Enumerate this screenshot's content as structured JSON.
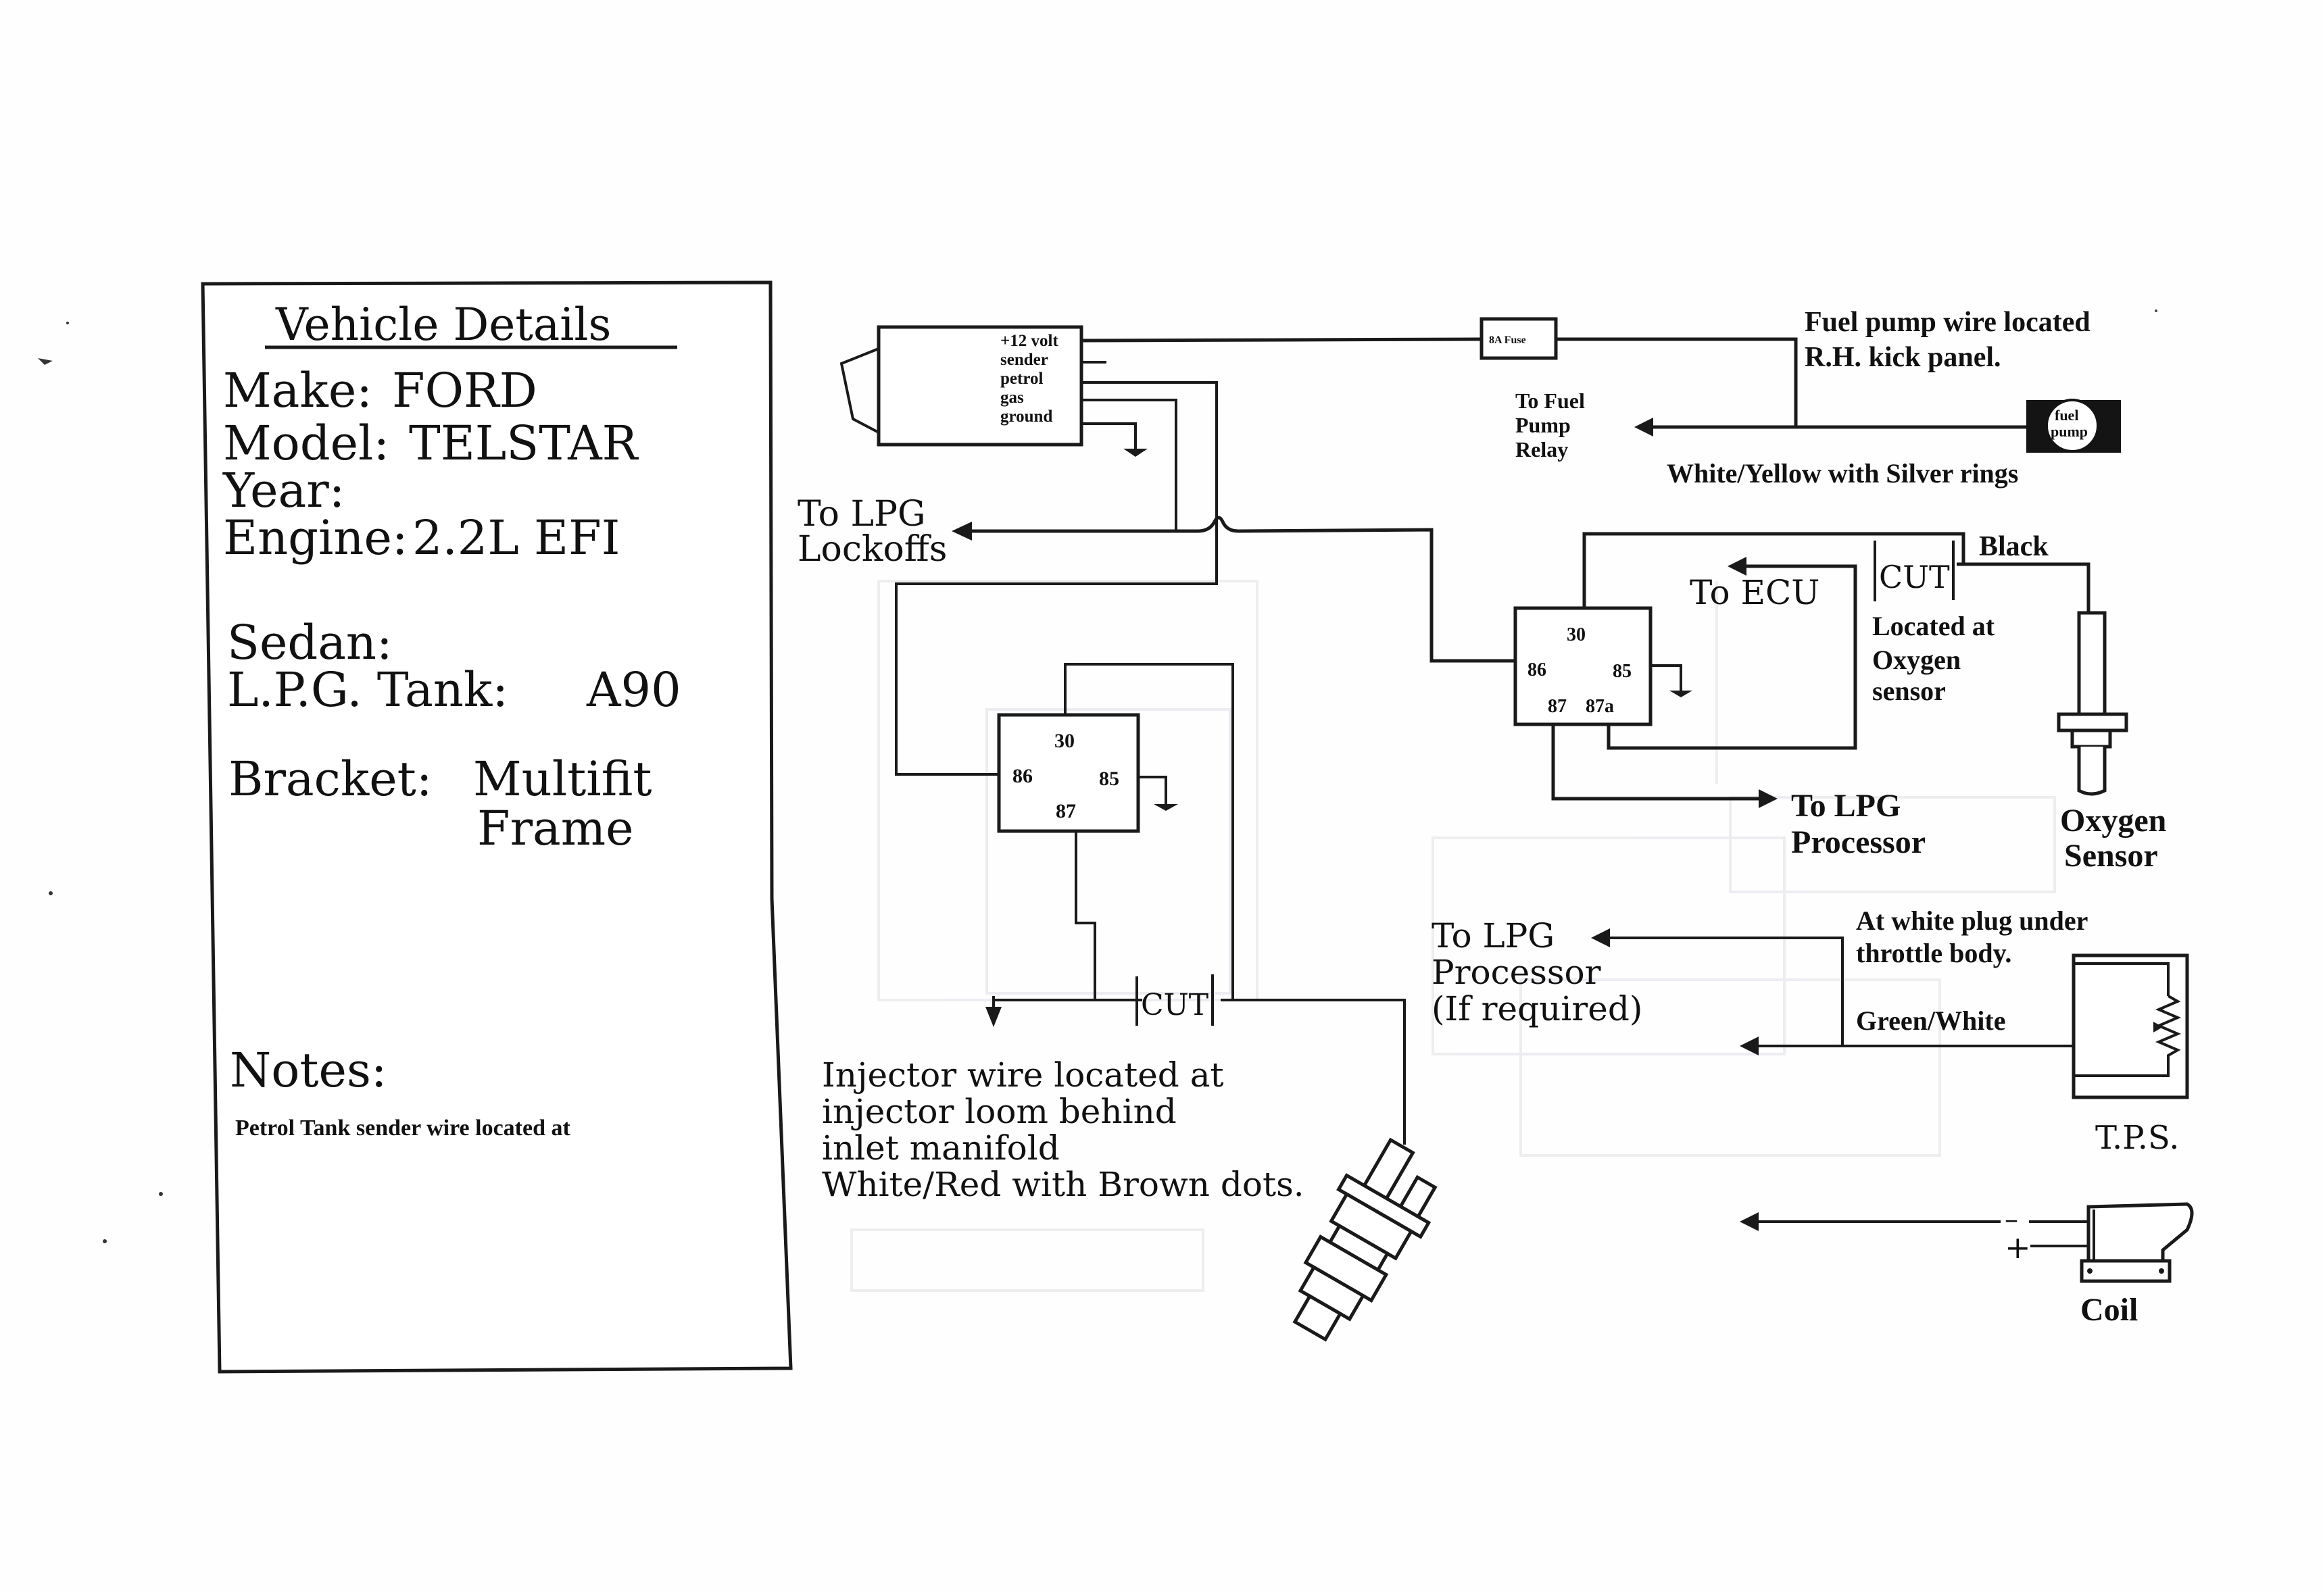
{
  "vehicle_details": {
    "title": "Vehicle Details",
    "make_label": "Make:",
    "make_value": "FORD",
    "model_label": "Model:",
    "model_value": "TELSTAR",
    "year_label": "Year:",
    "year_value": "",
    "engine_label": "Engine:",
    "engine_value": "2.2L EFI",
    "body_label": "Sedan:",
    "tank_label": "L.P.G. Tank:",
    "tank_value": "A90",
    "bracket_label": "Bracket:",
    "bracket_value_line1": "Multifit",
    "bracket_value_line2": "Frame",
    "notes_label": "Notes:",
    "notes_text": "Petrol Tank sender wire located at"
  },
  "gauge_module": {
    "pins": [
      "+12 volt",
      "sender",
      "petrol",
      "gas",
      "ground"
    ]
  },
  "fuse": {
    "label": "8A Fuse"
  },
  "fuel_pump": {
    "icon_text_line1": "fuel",
    "icon_text_line2": "pump",
    "note_line1": "Fuel pump wire located",
    "note_line2": "R.H. kick panel.",
    "wire_color": "White/Yellow with Silver rings",
    "destination_line1": "To Fuel",
    "destination_line2": "Pump",
    "destination_line3": "Relay"
  },
  "lockoffs": {
    "destination_line1": "To LPG",
    "destination_line2": "Lockoffs"
  },
  "relay_injector": {
    "pins": {
      "p30": "30",
      "p86": "86",
      "p85": "85",
      "p87": "87"
    },
    "cut_label": "CUT",
    "note_line1": "Injector wire located at",
    "note_line2": "injector loom behind",
    "note_line3": "inlet manifold",
    "note_line4": "White/Red with Brown dots."
  },
  "relay_oxygen": {
    "pins": {
      "p30": "30",
      "p86": "86",
      "p85": "85",
      "p87": "87",
      "p87a": "87a"
    },
    "ecu_label": "To ECU",
    "cut_label": "CUT",
    "wire_color": "Black",
    "location_line1": "Located at",
    "location_line2": "Oxygen",
    "location_line3": "sensor",
    "processor_line1": "To LPG",
    "processor_line2": "Processor",
    "sensor_line1": "Oxygen",
    "sensor_line2": "Sensor"
  },
  "tps": {
    "processor_line1": "To LPG",
    "processor_line2": "Processor",
    "processor_line3": "(If required)",
    "location_line1": "At white plug under",
    "location_line2": "throttle body.",
    "wire_color": "Green/White",
    "label": "T.P.S."
  },
  "coil": {
    "minus": "–",
    "plus": "+",
    "label": "Coil"
  },
  "colors": {
    "ink": "#1a1a1a",
    "paper": "#fefefe",
    "bleed_through": "#e9e9ee"
  }
}
